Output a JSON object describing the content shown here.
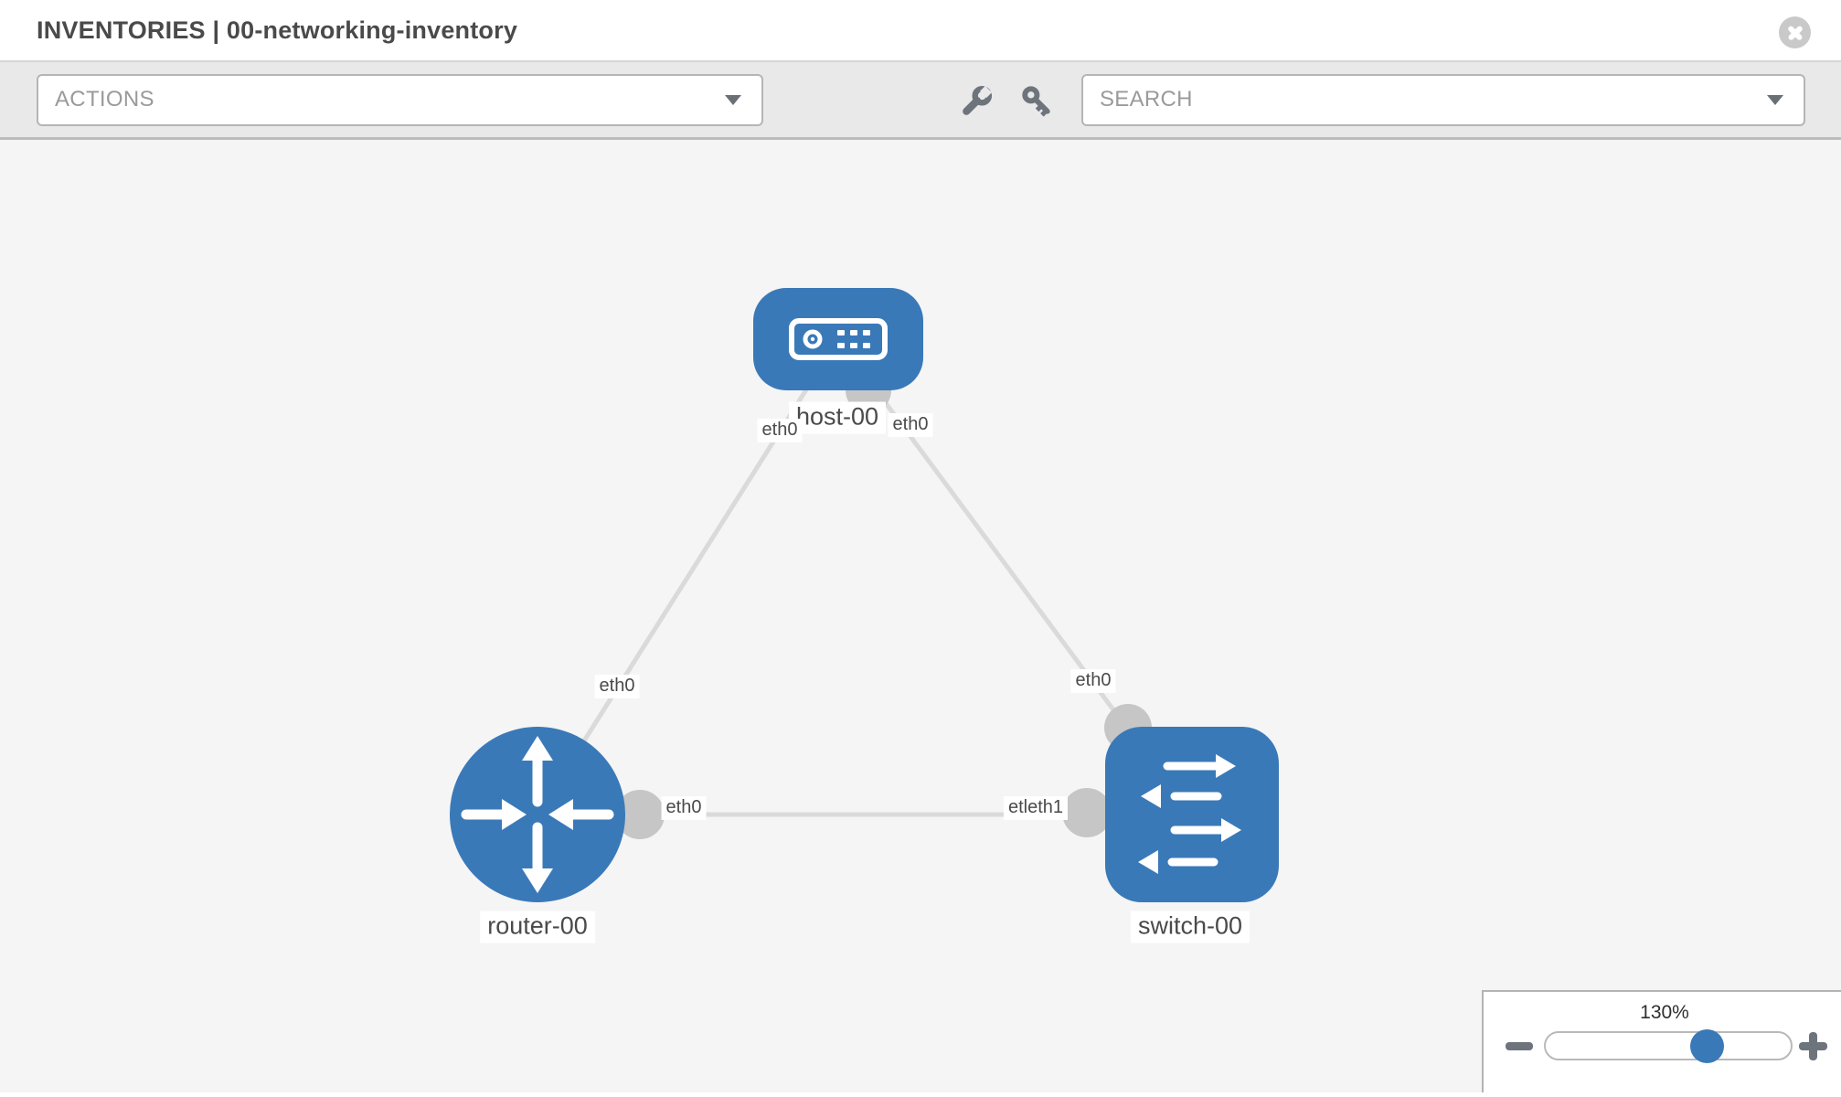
{
  "header": {
    "title": "INVENTORIES | 00-networking-inventory"
  },
  "toolbar": {
    "actions_placeholder": "ACTIONS",
    "search_placeholder": "SEARCH",
    "tool_icons": [
      "wrench-icon",
      "key-icon"
    ]
  },
  "topology": {
    "labels": {
      "host": "host-00",
      "router": "router-00",
      "switch": "switch-00",
      "host_left_if": "eth0",
      "host_right_if": "eth0",
      "host_router_if": "eth0",
      "host_switch_if": "eth0",
      "router_right_if": "eth0",
      "switch_left_if": "etleth1"
    },
    "nodes": [
      {
        "id": "host-00",
        "type": "host",
        "shape": "rounded-rect",
        "icon": "server-icon"
      },
      {
        "id": "router-00",
        "type": "router",
        "shape": "circle",
        "icon": "router-arrows-icon"
      },
      {
        "id": "switch-00",
        "type": "switch",
        "shape": "rounded-square",
        "icon": "switch-arrows-icon"
      }
    ],
    "links": [
      {
        "source": "host-00",
        "target": "router-00",
        "source_label": "eth0",
        "target_label": "eth0"
      },
      {
        "source": "host-00",
        "target": "switch-00",
        "source_label": "eth0",
        "target_label": "eth0"
      },
      {
        "source": "router-00",
        "target": "switch-00",
        "source_label": "eth0",
        "target_label": "etleth1"
      }
    ]
  },
  "zoom_control": {
    "value": "130%",
    "percent_along_track": 64
  },
  "colors": {
    "node_blue": "#3a79b8",
    "link_gray": "#dadada",
    "dot_gray": "#c6c6c6",
    "toolbar_bg": "#e9e9e9",
    "canvas_bg": "#f5f5f5",
    "icon_gray": "#6d747c",
    "label_text": "#4a4a4a"
  }
}
